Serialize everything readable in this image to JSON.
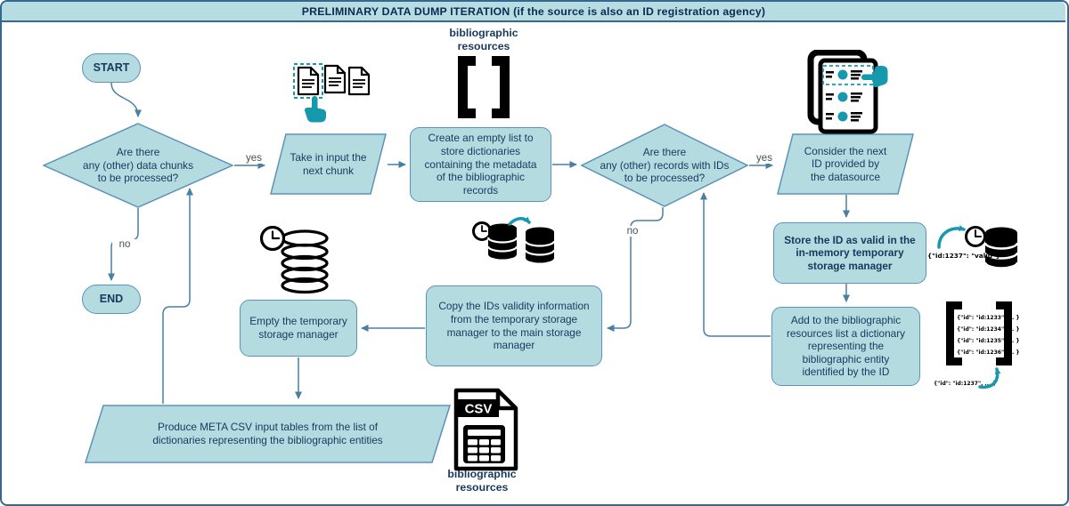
{
  "title": "PRELIMINARY DATA DUMP ITERATION (if the source is also an ID registration agency)",
  "nodes": {
    "start": "START",
    "end": "END",
    "decision_chunks": "Are there\nany (other) data chunks\nto be processed?",
    "take_input": "Take in input the\nnext chunk",
    "create_list": "Create an empty list to\nstore dictionaries\ncontaining the metadata\nof the bibliographic\nrecords",
    "decision_records": "Are there\nany (other) records with IDs\nto be processed?",
    "consider_id": "Consider the next\nID provided by\nthe datasource",
    "store_id": "Store the ID as valid in the\nin-memory temporary\nstorage manager",
    "add_dict": "Add to the bibliographic\nresources list a dictionary\nrepresenting the\nbibliographic entity\nidentified by the ID",
    "copy_validity": "Copy the IDs validity information\nfrom the temporary storage\nmanager to the main storage\nmanager",
    "empty_storage": "Empty the temporary\nstorage manager",
    "produce_csv": "Produce META CSV input tables from the list of\ndictionaries representing the bibliographic entities"
  },
  "edge_labels": {
    "yes_chunks": "yes",
    "no_chunks": "no",
    "yes_records": "yes",
    "no_records": "no"
  },
  "annotations": {
    "bib_resources_top": "bibliographic\nresources",
    "bib_resources_bottom": "bibliographic\nresources",
    "csv_label": "CSV",
    "stored_pair": "{\"id:1237\": \"valid\"}",
    "list_items": [
      "{\"id\": \"id:1233\", ... }",
      "{\"id\": \"id:1234\", ... }",
      "{\"id\": \"id:1235\", ... }",
      "{\"id\": \"id:1236\", ... }"
    ],
    "new_item": "{\"id\": \"id:1237\", ... }"
  },
  "colors": {
    "shape_fill": "#b4dbe0",
    "shape_stroke": "#5b93b8",
    "shape_text": "#17395e",
    "connector": "#4a7fa3",
    "accent_teal": "#1699ad",
    "frame_border": "#36678f",
    "title_fill": "#b6dde2",
    "icon_black": "#000000"
  }
}
